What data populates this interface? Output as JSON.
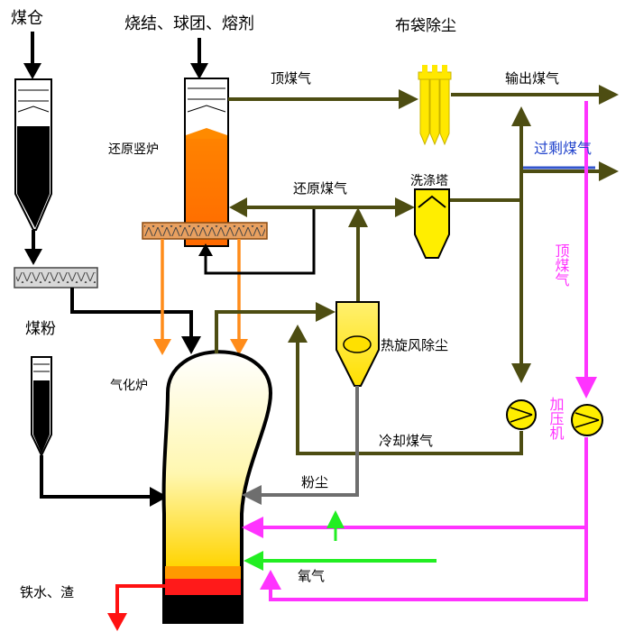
{
  "labels": {
    "coal_bin": "煤仓",
    "sinter_pellet_flux": "烧结、球团、熔剂",
    "bag_filter": "布袋除尘",
    "top_gas_upper": "顶煤气",
    "output_gas": "输出煤气",
    "reduction_shaft": "还原竖炉",
    "reducing_gas": "还原煤气",
    "scrubber": "洗涤塔",
    "excess_gas": "过剩煤气",
    "top_gas_vertical": "顶煤气",
    "pulverized_coal": "煤粉",
    "hot_cyclone": "热旋风除尘",
    "gasifier": "气化炉",
    "compressor": "加压机",
    "cooling_gas": "冷却煤气",
    "dust": "粉尘",
    "iron_slag": "铁水、渣",
    "oxygen": "氧气"
  },
  "colors": {
    "gas_line": "#4d4d12",
    "solid_line": "#000000",
    "dust_line": "#6e6e6e",
    "top_gas_line": "#ff33ff",
    "excess_gas_line": "#3355cc",
    "oxygen_line": "#22ee22",
    "hot_burden": "#ff7f00",
    "slag_out": "#ff1111",
    "equipment_yellow": "#ffee00"
  }
}
